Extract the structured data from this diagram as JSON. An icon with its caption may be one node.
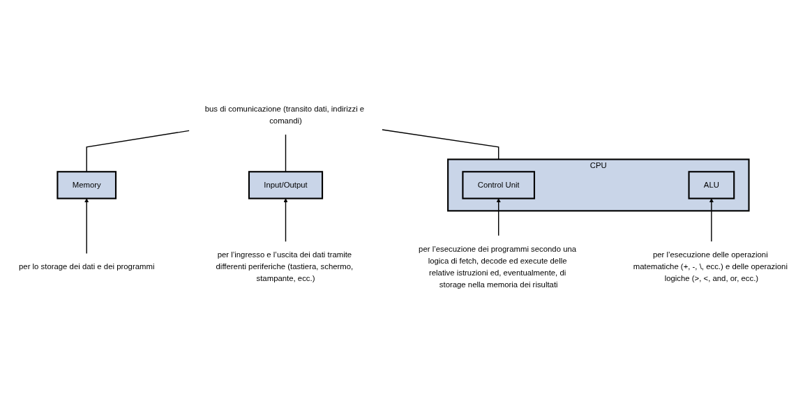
{
  "diagram": {
    "nodes": [
      {
        "text": [
          "bus di comunicazione (transito dati, indirizzi e comandi)"
        ]
      },
      {
        "text": [
          "Memory"
        ]
      },
      {
        "text": [
          "CPU"
        ]
      },
      {
        "text": [
          "Control Unit"
        ],
        "in": 2
      },
      {
        "text": [
          "ALU"
        ],
        "in": 2
      },
      {
        "text": [
          "Input/Output"
        ]
      },
      {
        "text": [
          "per lo storage dei dati e dei programmi"
        ]
      },
      {
        "text": [
          "per l’esecuzione dei programmi secondo una logica di fetch, decode ed execute delle relative istruzioni ed, eventualmente, di storage nella memoria dei risultati"
        ]
      },
      {
        "text": [
          "per l’esecuzione delle operazioni matematiche (+, -, \\, ecc.) e delle operazioni logiche (>, <, and, or, ecc.)"
        ]
      },
      {
        "text": [
          "per l’ingresso e l’uscita dei dati tramite differenti periferiche (tastiera, schermo, stampante, ecc.)"
        ]
      }
    ],
    "edges": [
      {
        "from": 1,
        "to": 0,
        "arrow": "none"
      },
      {
        "from": 2,
        "to": 0,
        "arrow": "none"
      },
      {
        "from": 5,
        "to": 0,
        "arrow": "none"
      },
      {
        "from": 6,
        "to": 1,
        "arrow": "to"
      },
      {
        "from": 7,
        "to": 3,
        "arrow": "to"
      },
      {
        "from": 8,
        "to": 4,
        "arrow": "to"
      },
      {
        "from": 9,
        "to": 5,
        "arrow": "to"
      }
    ]
  }
}
